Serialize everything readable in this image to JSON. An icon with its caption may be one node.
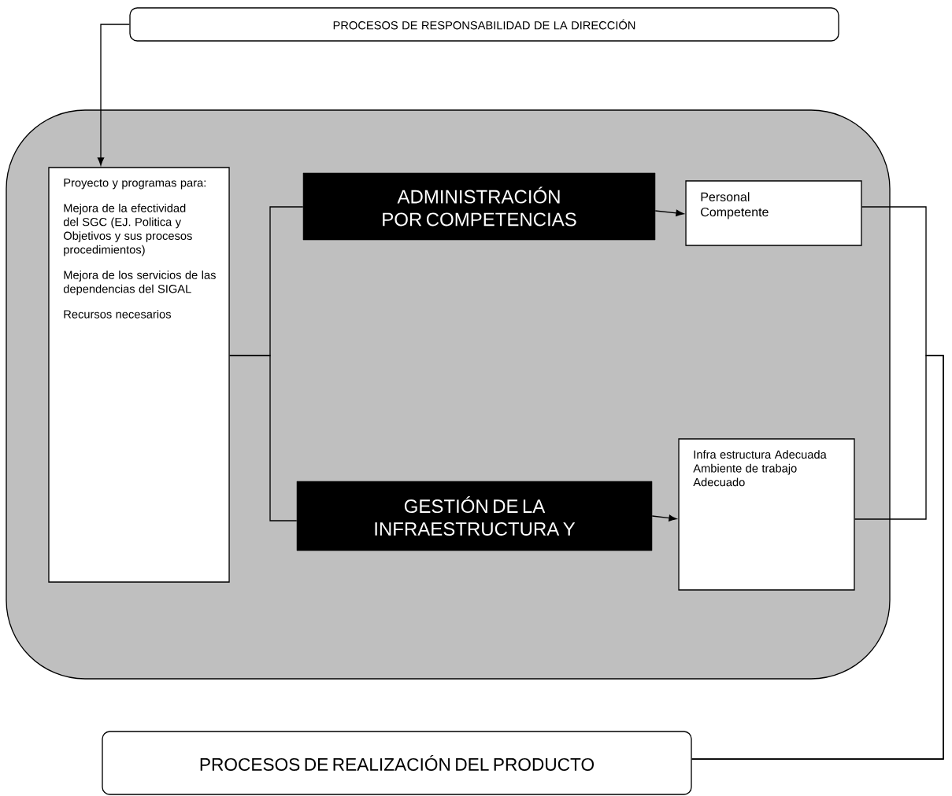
{
  "diagram": {
    "nodes": [
      {
        "text": [
          "PROCESOS DE RESPONSABILIDAD DE LA DIRECCIÓN"
        ]
      },
      {
        "text": [],
        "shape": "box"
      },
      {
        "text": [
          "Proyecto y programas para:",
          "Mejora de la efectividad del SGC (EJ. Politica y Objetivos y sus procesos procedimientos)",
          "Mejora de los servicios de las dependencias del SIGAL",
          "Recursos necesarios"
        ],
        "in": 1
      },
      {
        "text": [
          "ADMINISTRACIÓN POR COMPETENCIAS"
        ],
        "in": 1
      },
      {
        "text": [
          "Personal Competente"
        ],
        "in": 1
      },
      {
        "text": [
          "GESTIÓN DE LA INFRAESTRUCTURA Y"
        ],
        "in": 1
      },
      {
        "text": [
          "Infra estructura Adecuada Ambiente de trabajo Adecuado"
        ],
        "in": 1
      },
      {
        "text": [
          "PROCESOS DE REALIZACIÓN DEL PRODUCTO"
        ]
      }
    ],
    "edges": [
      {
        "from": 0,
        "to": 2,
        "arrow": "to"
      },
      {
        "from": 2,
        "to": 3,
        "arrow": "none"
      },
      {
        "from": 2,
        "to": 5,
        "arrow": "none"
      },
      {
        "from": 3,
        "to": 4,
        "arrow": "to"
      },
      {
        "from": 5,
        "to": 6,
        "arrow": "to"
      },
      {
        "from": 4,
        "to": 7,
        "arrow": "none"
      },
      {
        "from": 6,
        "to": 7,
        "arrow": "none"
      }
    ]
  }
}
